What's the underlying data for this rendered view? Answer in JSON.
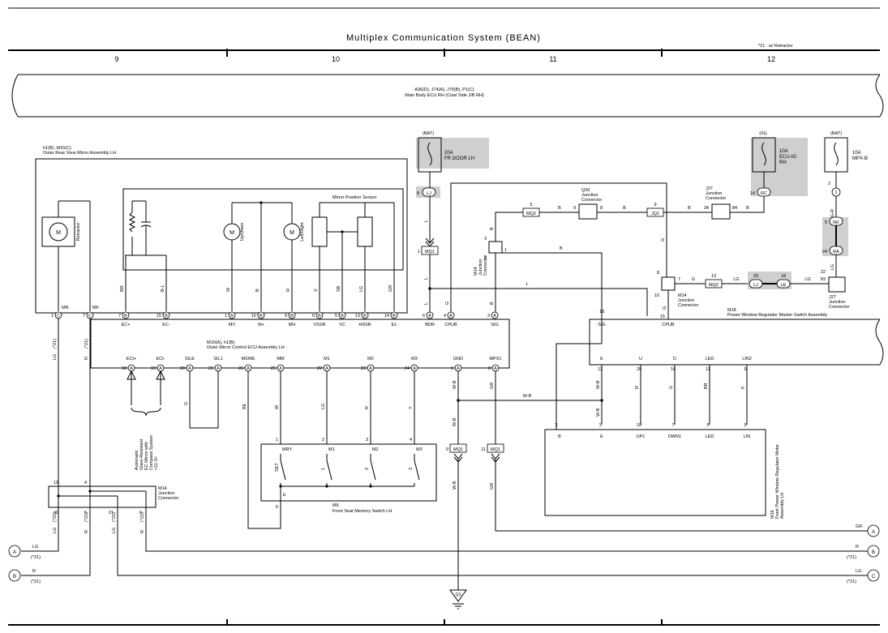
{
  "title": "Multiplex Communication System (BEAN)",
  "note": "*21 : w/ Retractor",
  "columns": [
    "9",
    "10",
    "11",
    "12"
  ],
  "main_ecu": {
    "line1": "A36(D), J74(A), J75(B), P1(C)",
    "line2": "Main Body ECU RH (Cowl Side J/B RH)"
  },
  "bat": "(BAT)",
  "ig": "(IG)",
  "fuse_fr_door": {
    "amp": "20A",
    "name": "FR DOOR LH"
  },
  "fuse_ecu_ig": {
    "amp": "10A",
    "name1": "ECU-IG",
    "name2": "RH"
  },
  "fuse_mpx": {
    "amp": "10A",
    "name": "MPX-B"
  },
  "mirror": {
    "id": "h1(B), M15(C)",
    "name": "Outer Rear View Mirror Assembly LH",
    "retractor": "Retractor",
    "updown": "Up/Down",
    "leftright": "Left/Right",
    "sensor": "Mirror Position Sensor",
    "motor": "M"
  },
  "mirror_ecu": {
    "id": "M10(A), h1(B)",
    "name": "Outer Mirror Control ECU Assembly LH"
  },
  "q36": {
    "id": "Q36",
    "l1": "Junction",
    "l2": "Connector"
  },
  "j27": {
    "id": "J27",
    "l1": "Junction",
    "l2": "Connector"
  },
  "m14": {
    "id": "M14",
    "l1": "Junction",
    "l2": "Connector"
  },
  "m18": {
    "id": "M18",
    "name": "Power Window Regulator Master Switch Assembly"
  },
  "m16": {
    "id": "M16",
    "l1": "Front Power Window Regulator Motor",
    "l2": "Assembly LH"
  },
  "m6": {
    "id": "M6",
    "name": "Front Seat Memory Switch LH"
  },
  "auto_glare": {
    "l1": "Automatic",
    "l2": "Glare-Resistant",
    "l3": "EC Mirror with",
    "l4": "Compass System",
    "l5": "<11-3>"
  },
  "ground": "Q1",
  "wires": {
    "L": "L",
    "B": "B",
    "GR": "GR",
    "G": "G",
    "LG": "LG",
    "W": "W",
    "R": "R",
    "V": "V",
    "SB": "SB",
    "BR": "BR",
    "BL": "B-L",
    "WB": "W-B",
    "Y": "Y",
    "P": "P",
    "BE": "BE",
    "GR2": "G-R"
  },
  "star21": "(*21)",
  "conn": {
    "LJ": "LJ",
    "MQ1": "MQ1",
    "MQ2": "MQ2",
    "JQ1": "JQ1",
    "RC": "RC",
    "RK": "RK",
    "RA": "RA",
    "LE": "LE",
    "s1": "1"
  },
  "mirror_terms": [
    "EC+",
    "EC-",
    "MV",
    "M+",
    "MH",
    "VSSR",
    "VC",
    "HSSR",
    "E1",
    "BDR",
    "CPUB",
    "SIG"
  ],
  "mirror_ecu_terms": [
    "ECI+",
    "ECI-",
    "SILE",
    "SIL1",
    "MSWE",
    "MM",
    "M1",
    "M2",
    "M3",
    "GND",
    "MPX1"
  ],
  "mirror_top_terms": [
    "MR",
    "MF"
  ],
  "m18_terms": [
    "SIG",
    "CPUB",
    "E",
    "U",
    "D",
    "LED",
    "LIN2"
  ],
  "m16_terms": [
    "B",
    "E",
    "UP1",
    "DWN1",
    "LED",
    "LIN"
  ],
  "m6_terms": [
    "MRY",
    "M1",
    "M2",
    "M3",
    "SET",
    "1",
    "2",
    "3",
    "E"
  ],
  "edges": [
    "A",
    "B",
    "C"
  ]
}
